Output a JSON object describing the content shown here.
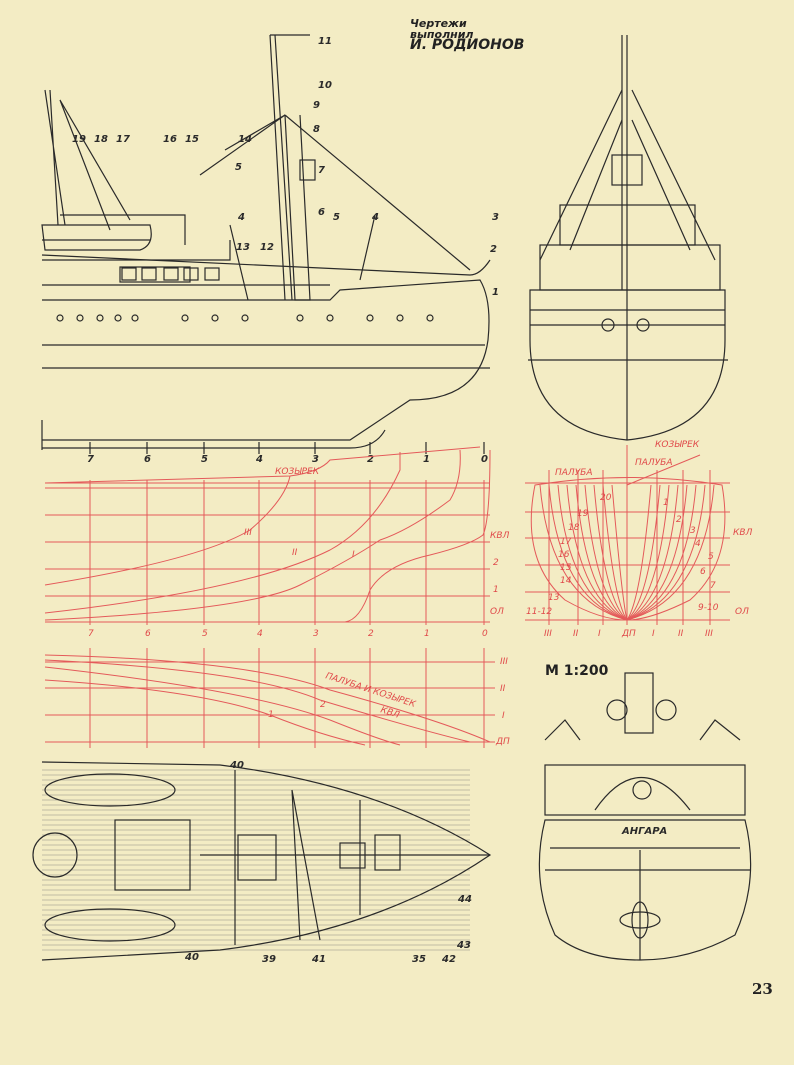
{
  "credit": {
    "line1": "Чертежи",
    "line2": "выполнил",
    "line3": "И. РОДИОНОВ"
  },
  "scale_label": "М 1:200",
  "page_number": "23",
  "ship_name": "АНГАРА",
  "colors": {
    "paper": "#f3ecc4",
    "ink": "#2a2a2a",
    "lines_red": "#e45a5a"
  },
  "side_view_callouts": [
    "11",
    "10",
    "9",
    "8",
    "7",
    "6",
    "5",
    "4",
    "3",
    "2",
    "1",
    "14",
    "16",
    "15",
    "5",
    "4",
    "13",
    "12",
    "19",
    "18",
    "17"
  ],
  "frame_scale": [
    "7",
    "6",
    "5",
    "4",
    "3",
    "2",
    "1",
    "0"
  ],
  "profile": {
    "stations": [
      "7",
      "6",
      "5",
      "4",
      "3",
      "2",
      "1",
      "0"
    ],
    "labels": {
      "forecastle": "КОЗЫРЕК",
      "dwl": "КВЛ",
      "bl": "ОЛ",
      "wl2": "2",
      "wl1": "1",
      "buttock3": "III",
      "buttock2": "II",
      "buttock1": "I"
    }
  },
  "body_plan": {
    "labels": {
      "forecastle": "КОЗЫРЕК",
      "deck_left": "ПАЛУБА",
      "deck_right": "ПАЛУБА",
      "dwl": "КВЛ",
      "bl": "ОЛ"
    },
    "bottom_axis": [
      "III",
      "II",
      "I",
      "ДП",
      "I",
      "II",
      "III"
    ],
    "aft_stations": [
      "20",
      "19",
      "18",
      "17",
      "16",
      "15",
      "14",
      "13",
      "11-12"
    ],
    "fwd_stations": [
      "1",
      "2",
      "3",
      "4",
      "5",
      "6",
      "7",
      "9-10"
    ]
  },
  "half_breadth": {
    "labels": {
      "deck": "ПАЛУБА И КОЗЫРЕК",
      "dwl": "КВЛ",
      "wl2": "2",
      "wl1": "1"
    },
    "axis": [
      "III",
      "II",
      "I",
      "ДП"
    ]
  },
  "deck_plan_callouts": [
    "40",
    "40",
    "39",
    "41",
    "35",
    "42",
    "43",
    "44"
  ]
}
